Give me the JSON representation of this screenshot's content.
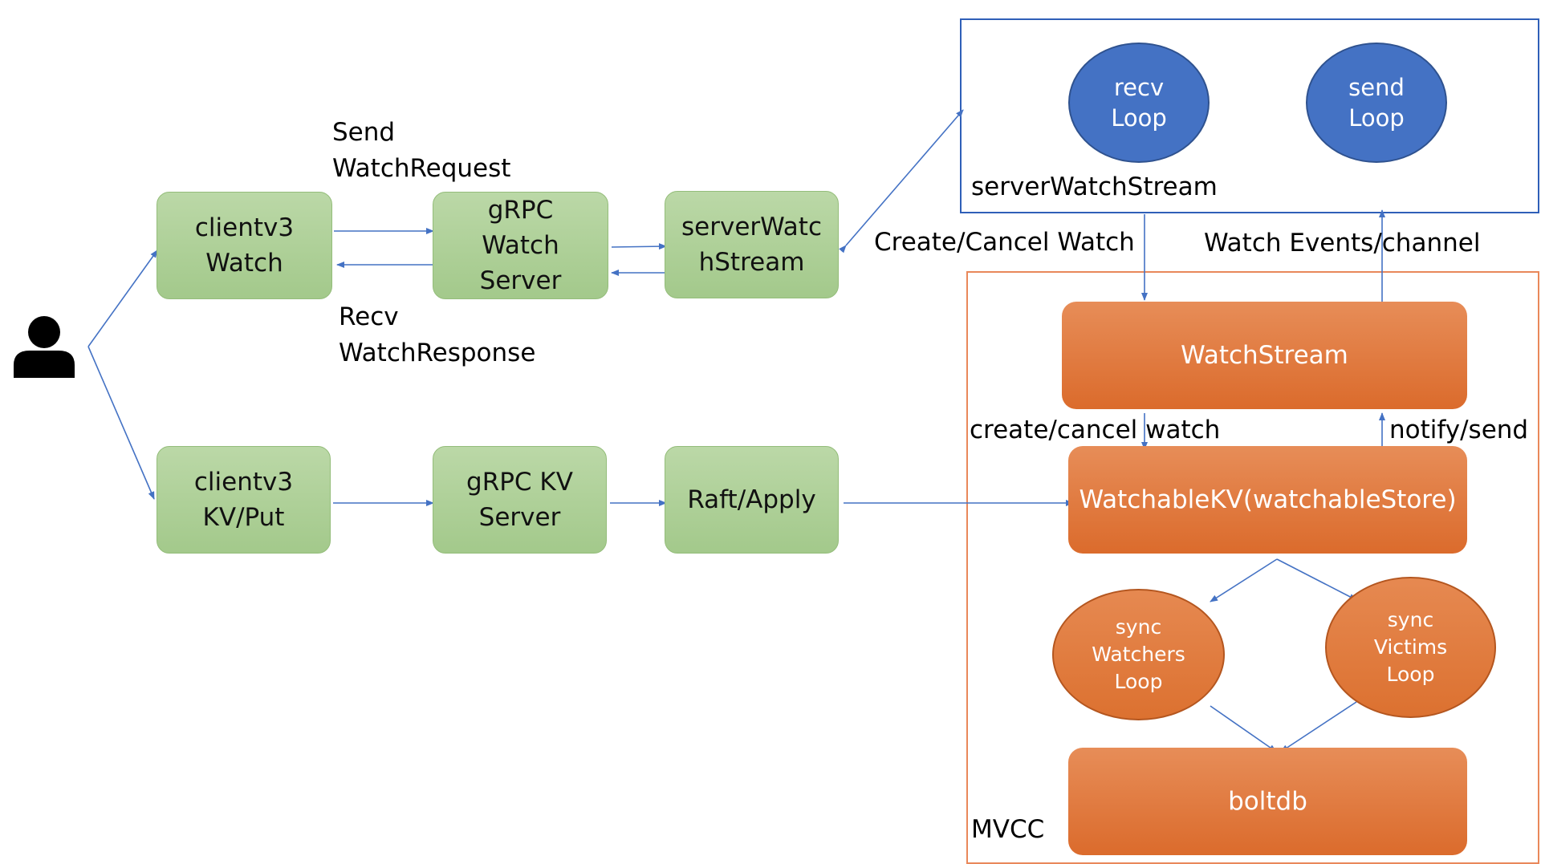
{
  "colors": {
    "arrow": "#4472c4",
    "green_box": "#acd096",
    "orange_box": "#df7838",
    "blue_circle": "#4472c4",
    "blue_frame": "#2f5fb8",
    "orange_frame": "#e9885a"
  },
  "user": {
    "icon": "person-icon"
  },
  "labels": {
    "send_request": "Send\nWatchRequest",
    "recv_response": "Recv\nWatchResponse",
    "create_cancel_watch": "Create/Cancel Watch",
    "watch_events": "Watch Events/channel",
    "create_cancel_lower": "create/cancel watch",
    "notify_send": "notify/send"
  },
  "boxes": {
    "clientv3_watch": "clientv3\nWatch",
    "grpc_watch_server": "gRPC\nWatch\nServer",
    "server_watch_stream": "serverWatc\nhStream",
    "clientv3_kv_put": "clientv3\nKV/Put",
    "grpc_kv_server": "gRPC KV\nServer",
    "raft_apply": "Raft/Apply",
    "watch_stream": "WatchStream",
    "watchable_kv": "WatchableKV(watchableStore)",
    "boltdb": "boltdb"
  },
  "server_watch_stream_frame": {
    "title": "serverWatchStream",
    "recv_loop": "recv\nLoop",
    "send_loop": "send\nLoop"
  },
  "mvcc_frame": {
    "title": "MVCC",
    "sync_watchers_loop": "sync\nWatchers\nLoop",
    "sync_victims_loop": "sync\nVictims\nLoop"
  }
}
